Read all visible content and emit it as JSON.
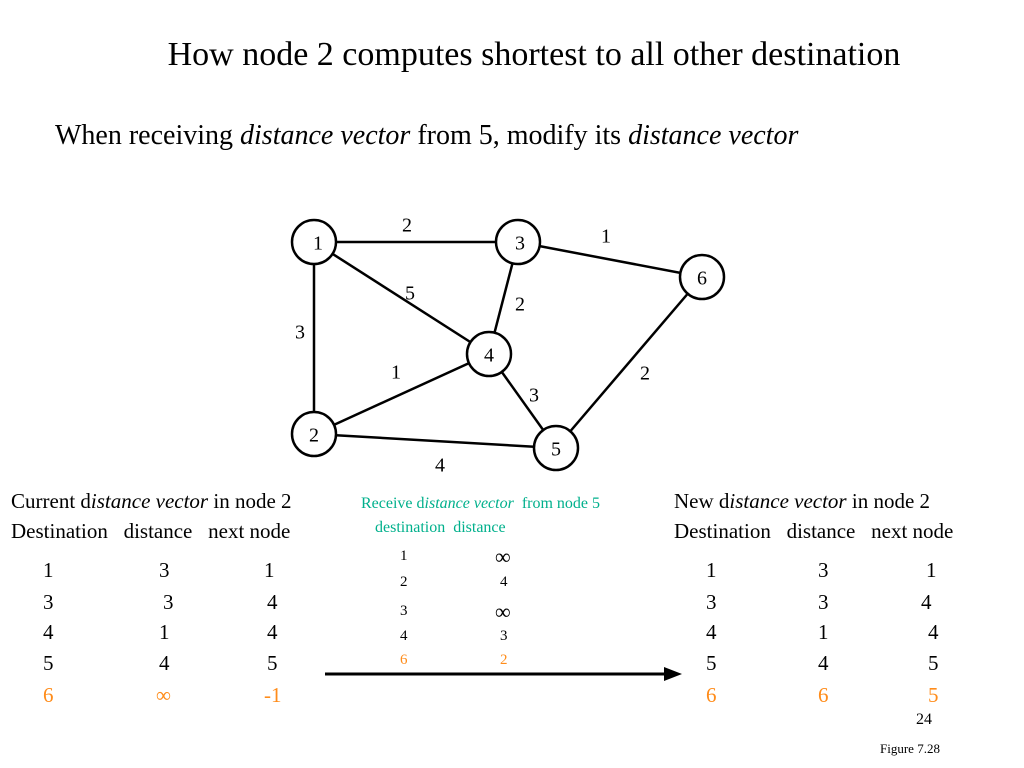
{
  "title": "How node 2 computes shortest to all other destination",
  "subtitle": {
    "part1": "When receiving ",
    "part2": "distance vector",
    "part3": " from 5, modify its ",
    "part4": "distance vector"
  },
  "graph": {
    "nodes": [
      {
        "id": "1",
        "label": "1"
      },
      {
        "id": "2",
        "label": "2"
      },
      {
        "id": "3",
        "label": "3"
      },
      {
        "id": "4",
        "label": "4"
      },
      {
        "id": "5",
        "label": "5"
      },
      {
        "id": "6",
        "label": "6"
      }
    ],
    "edges": [
      {
        "from": "1",
        "to": "3",
        "weight": "2"
      },
      {
        "from": "3",
        "to": "6",
        "weight": "1"
      },
      {
        "from": "1",
        "to": "4",
        "weight": "5"
      },
      {
        "from": "3",
        "to": "4",
        "weight": "2"
      },
      {
        "from": "1",
        "to": "2",
        "weight": "3"
      },
      {
        "from": "2",
        "to": "4",
        "weight": "1"
      },
      {
        "from": "4",
        "to": "5",
        "weight": "3"
      },
      {
        "from": "6",
        "to": "5",
        "weight": "2"
      },
      {
        "from": "2",
        "to": "5",
        "weight": "4"
      }
    ]
  },
  "current_table": {
    "heading_prefix": "Current d",
    "heading_italic": "istance vector",
    "heading_suffix": " in node 2",
    "col_headers": "Destination   distance   next node",
    "rows": [
      {
        "dest": "1",
        "dist": "3",
        "next": "1",
        "highlight": false
      },
      {
        "dest": "3",
        "dist": "3",
        "next": "4",
        "highlight": false
      },
      {
        "dest": "4",
        "dist": "1",
        "next": "4",
        "highlight": false
      },
      {
        "dest": "5",
        "dist": "4",
        "next": "5",
        "highlight": false
      },
      {
        "dest": "6",
        "dist": "∞",
        "next": "-1",
        "highlight": true
      }
    ]
  },
  "received_table": {
    "heading_prefix": "Receive d",
    "heading_italic": "istance vector",
    "heading_suffix": "  from node 5",
    "col_headers": "destination  distance",
    "rows": [
      {
        "dest": "1",
        "dist": "∞",
        "highlight": false
      },
      {
        "dest": "2",
        "dist": "4",
        "highlight": false
      },
      {
        "dest": "3",
        "dist": "∞",
        "highlight": false
      },
      {
        "dest": "4",
        "dist": "3",
        "highlight": false
      },
      {
        "dest": "6",
        "dist": "2",
        "highlight": true
      }
    ]
  },
  "new_table": {
    "heading_prefix": "New d",
    "heading_italic": "istance vector",
    "heading_suffix": " in node 2",
    "col_headers": "Destination   distance   next node",
    "rows": [
      {
        "dest": "1",
        "dist": "3",
        "next": "1",
        "highlight": false
      },
      {
        "dest": "3",
        "dist": "3",
        "next": "4",
        "highlight": false
      },
      {
        "dest": "4",
        "dist": "1",
        "next": "4",
        "highlight": false
      },
      {
        "dest": "5",
        "dist": "4",
        "next": "5",
        "highlight": false
      },
      {
        "dest": "6",
        "dist": "6",
        "next": "5",
        "highlight": true
      }
    ]
  },
  "page_number": "24",
  "figure_label": "Figure 7.28",
  "colors": {
    "highlight": "#ff8c1a",
    "received_heading": "#00b08c"
  }
}
